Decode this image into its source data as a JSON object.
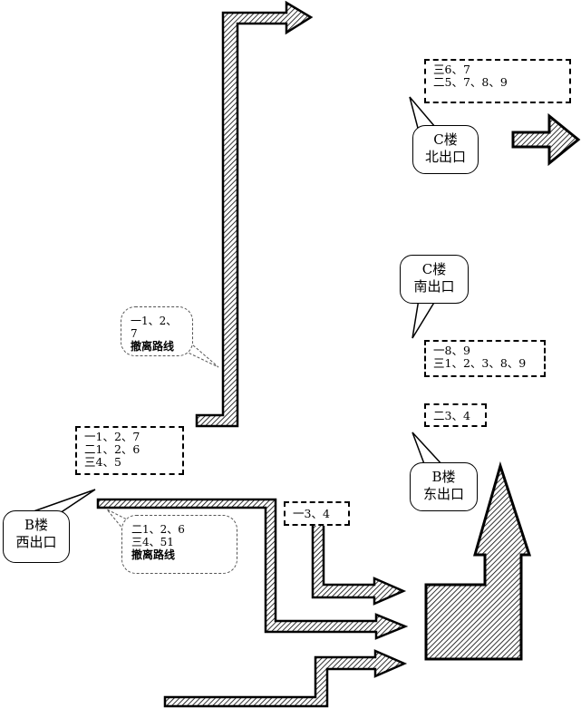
{
  "diagram": {
    "route_boxes": {
      "c_north_top": [
        "三6、7",
        "二5、7、8、9"
      ],
      "c_south_top": [
        "一8、9",
        "三1、2、3、8、9"
      ],
      "b_east_top": [
        "二3、4"
      ],
      "b_west_top": [
        "一1、2、7",
        "二1、2、6",
        "三4、5"
      ],
      "b_stair": [
        "一3、4"
      ]
    },
    "exits": {
      "c_north": [
        "C楼",
        "北出口"
      ],
      "c_south": [
        "C楼",
        "南出口"
      ],
      "b_east": [
        "B楼",
        "东出口"
      ],
      "b_west": [
        "B楼",
        "西出口"
      ]
    },
    "notes": {
      "left_route": {
        "lines": [
          "一1、2、7"
        ],
        "title": "撤离路线"
      },
      "bottom_route": {
        "lines": [
          "二1、2、6",
          "三4、51"
        ],
        "title": "撤离路线"
      }
    },
    "colors": {
      "stroke": "#000000",
      "background": "#ffffff",
      "hatch": "#000000"
    }
  }
}
